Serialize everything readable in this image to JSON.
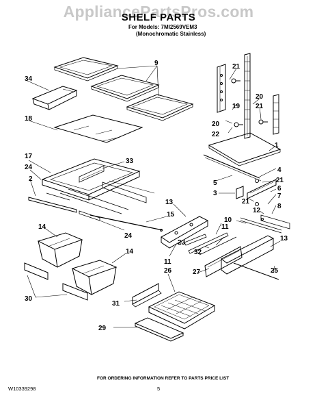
{
  "watermark": "AppliancePartsPros.com",
  "title": "SHELF PARTS",
  "models_line": "For Models: 7MI2569VEM3",
  "finish_line": "(Monochromatic Stainless)",
  "part_labels": [
    "9",
    "34",
    "18",
    "17",
    "24",
    "2",
    "33",
    "21",
    "20",
    "19",
    "20",
    "21",
    "22",
    "1",
    "4",
    "5",
    "21",
    "6",
    "3",
    "7",
    "8",
    "21",
    "12",
    "10",
    "13",
    "13",
    "15",
    "24",
    "23",
    "11",
    "32",
    "11",
    "14",
    "14",
    "13",
    "27",
    "25",
    "26",
    "31",
    "30",
    "29"
  ],
  "footer": {
    "ordering_info": "FOR ORDERING INFORMATION REFER TO PARTS PRICE LIST",
    "doc_number": "W10339298",
    "page_number": "5"
  }
}
